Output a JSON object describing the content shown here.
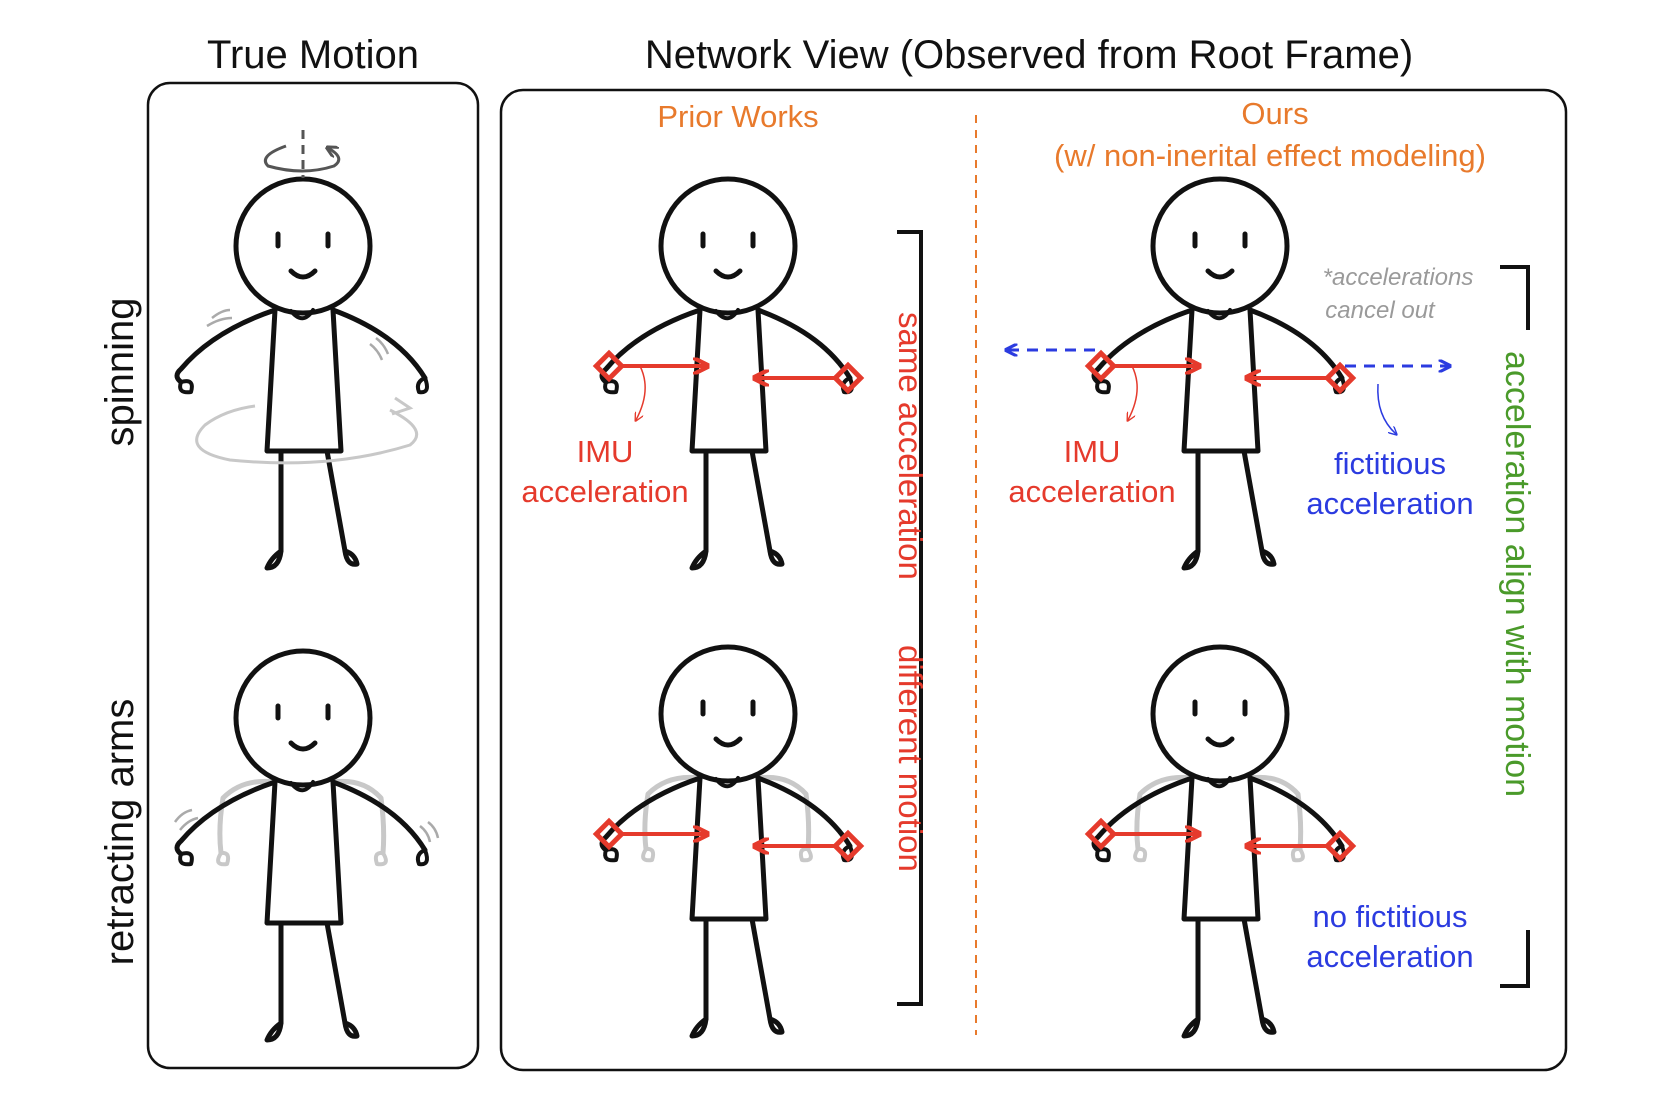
{
  "titles": {
    "true_motion": "True Motion",
    "network_view": "Network View (Observed from Root Frame)"
  },
  "row_labels": {
    "spinning": "spinning",
    "retracting": "retracting arms"
  },
  "columns": {
    "prior": "Prior Works",
    "ours_line1": "Ours",
    "ours_line2": "(w/ non-inerital effect modeling)"
  },
  "labels": {
    "imu_line1": "IMU",
    "imu_line2": "acceleration",
    "fict_line1": "fictitious",
    "fict_line2": "acceleration",
    "nofict_line1": "no fictitious",
    "nofict_line2": "acceleration",
    "cancel_line1": "*accelerations",
    "cancel_line2": "cancel out"
  },
  "brackets": {
    "prior_part1": "same acceleration",
    "prior_part2": "different motion",
    "ours": "acceleration align with motion"
  },
  "colors": {
    "orange": "#e87a2c",
    "red": "#e53a2c",
    "blue": "#2b3be0",
    "green": "#4a9a2a",
    "gray": "#9a9a9a"
  },
  "icons": [
    "rotation-axis-icon",
    "spin-circle-icon",
    "motion-lines-icon",
    "imu-sensor-icon",
    "acceleration-arrow-icon",
    "fictitious-arrow-icon"
  ]
}
